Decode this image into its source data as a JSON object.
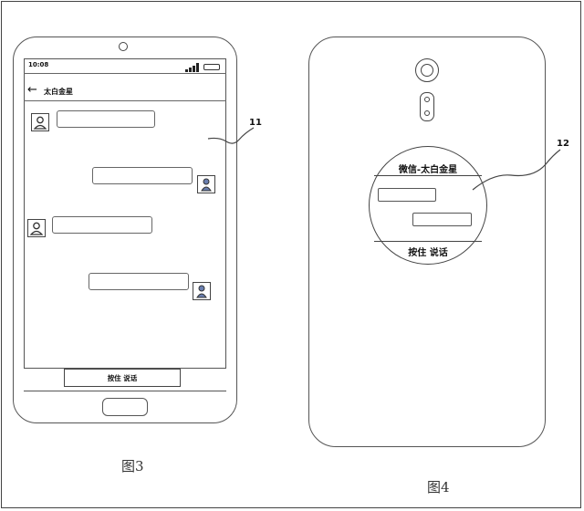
{
  "figure3": {
    "label": "图3",
    "status_time": "10:08",
    "chat_title": "太白金星",
    "back_icon": "arrow-left-icon",
    "talk_button": "按住 说话",
    "reference": "11"
  },
  "figure4": {
    "label": "图4",
    "header": "微信-太白金星",
    "footer": "按住 说话",
    "reference": "12"
  },
  "colors": {
    "line": "#555555",
    "background": "#ffffff"
  }
}
